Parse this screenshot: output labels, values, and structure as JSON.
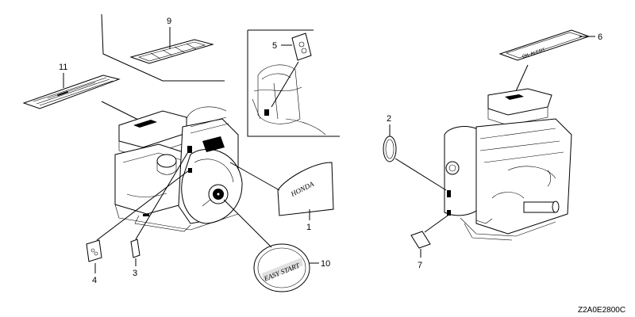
{
  "callouts": {
    "c1": "1",
    "c2": "2",
    "c3": "3",
    "c4": "4",
    "c5": "5",
    "c6": "6",
    "c7": "7",
    "c9": "9",
    "c10": "10",
    "c11": "11"
  },
  "labels": {
    "brand_mark": "HONDA",
    "oil_alert": "OIL ALERT",
    "easy_start": "EASY START"
  },
  "diagram_code": "Z2A0E2800C",
  "colors": {
    "line": "#000000",
    "background": "#ffffff"
  }
}
